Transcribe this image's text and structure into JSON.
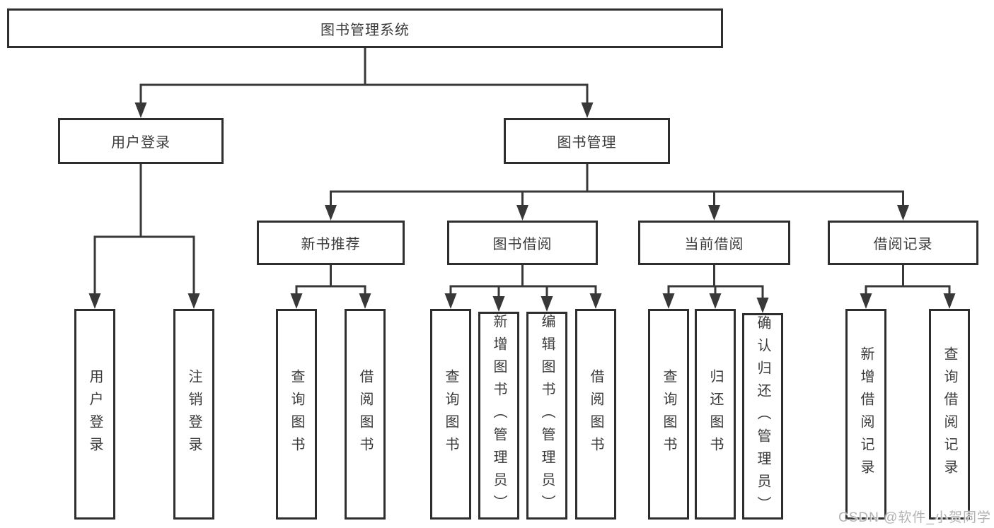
{
  "diagram": {
    "root": {
      "label": "图书管理系统"
    },
    "level1": [
      {
        "label": "用户登录"
      },
      {
        "label": "图书管理"
      }
    ],
    "level2": [
      {
        "label": "新书推荐"
      },
      {
        "label": "图书借阅"
      },
      {
        "label": "当前借阅"
      },
      {
        "label": "借阅记录"
      }
    ],
    "leaves": [
      {
        "label": "用户登录"
      },
      {
        "label": "注销登录"
      },
      {
        "label": "查询图书"
      },
      {
        "label": "借阅图书"
      },
      {
        "label": "查询图书"
      },
      {
        "label": "新增图书（管理员）"
      },
      {
        "label": "编辑图书（管理员）"
      },
      {
        "label": "借阅图书"
      },
      {
        "label": "查询图书"
      },
      {
        "label": "归还图书"
      },
      {
        "label": "确认归还（管理员）"
      },
      {
        "label": "新增借阅记录"
      },
      {
        "label": "查询借阅记录"
      }
    ],
    "structure": {
      "图书管理系统": [
        "用户登录",
        "图书管理"
      ],
      "用户登录": [
        "用户登录",
        "注销登录"
      ],
      "图书管理": [
        "新书推荐",
        "图书借阅",
        "当前借阅",
        "借阅记录"
      ],
      "新书推荐": [
        "查询图书",
        "借阅图书"
      ],
      "图书借阅": [
        "查询图书",
        "新增图书（管理员）",
        "编辑图书（管理员）",
        "借阅图书"
      ],
      "当前借阅": [
        "查询图书",
        "归还图书",
        "确认归还（管理员）"
      ],
      "借阅记录": [
        "新增借阅记录",
        "查询借阅记录"
      ]
    }
  },
  "watermark": {
    "text": "CSDN @软件_小贺同学"
  },
  "colors": {
    "line": "#383838",
    "box_border": "#2e2e2e",
    "text": "#3a3a3a",
    "background": "#ffffff",
    "watermark": "#b2b2b2"
  }
}
